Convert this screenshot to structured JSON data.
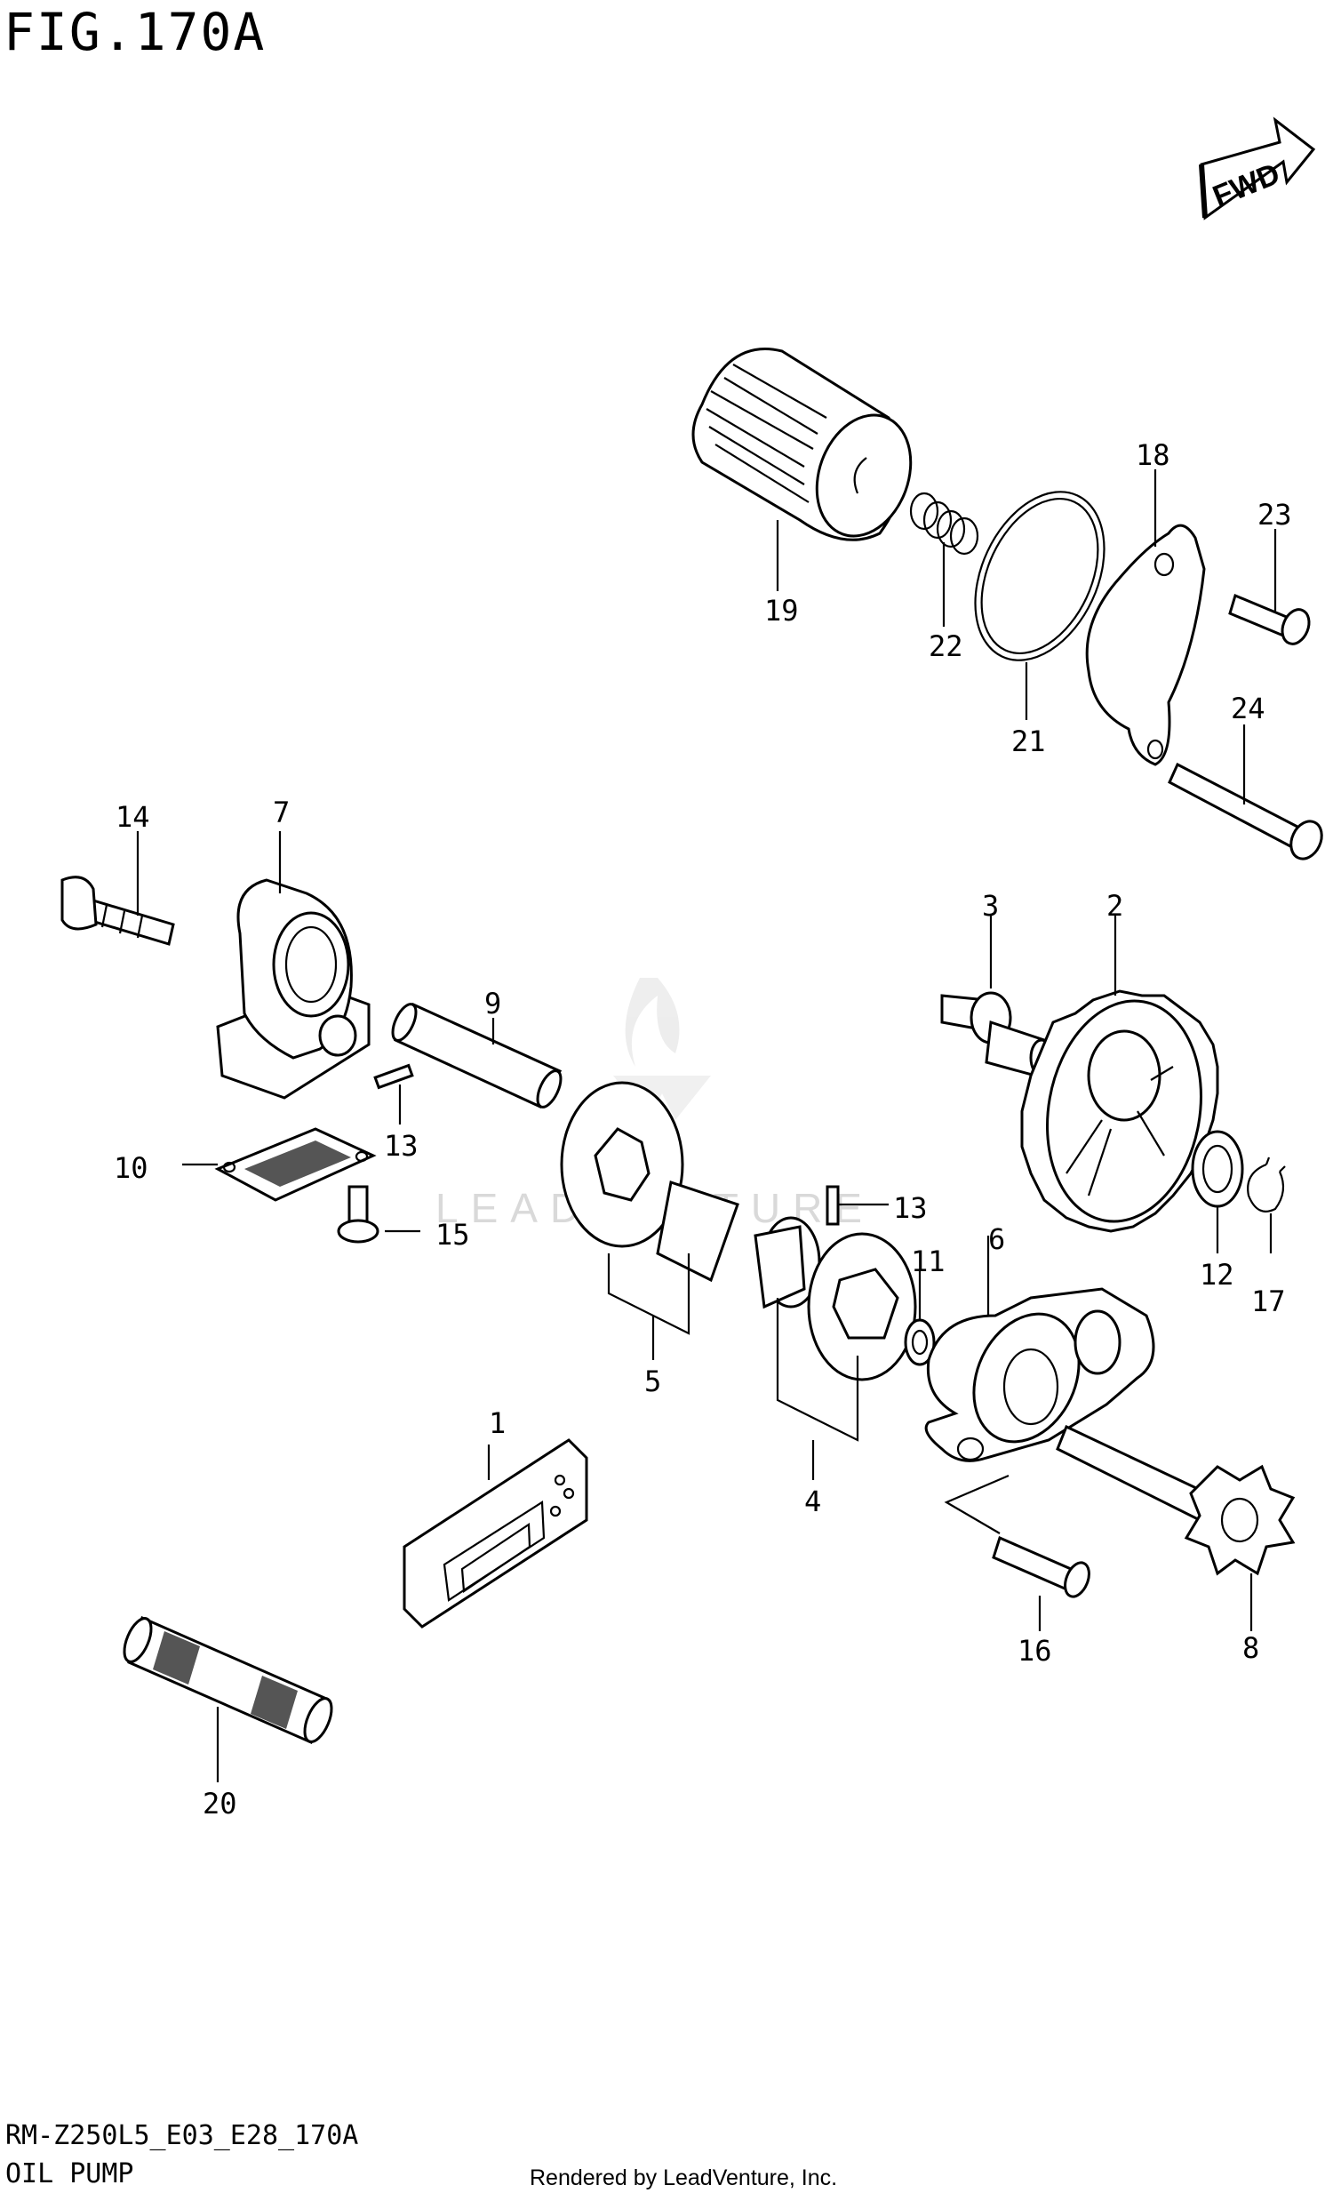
{
  "figure": {
    "title": "FIG.170A",
    "code": "RM-Z250L5_E03_E28_170A",
    "name": "OIL PUMP",
    "credit": "Rendered by LeadVenture, Inc.",
    "watermark": "LEADVENTURE",
    "fwd_label": "FWD"
  },
  "callouts": [
    "1",
    "2",
    "3",
    "4",
    "5",
    "6",
    "7",
    "8",
    "9",
    "10",
    "11",
    "12",
    "13",
    "13",
    "14",
    "15",
    "16",
    "17",
    "18",
    "19",
    "20",
    "21",
    "22",
    "23",
    "24"
  ]
}
